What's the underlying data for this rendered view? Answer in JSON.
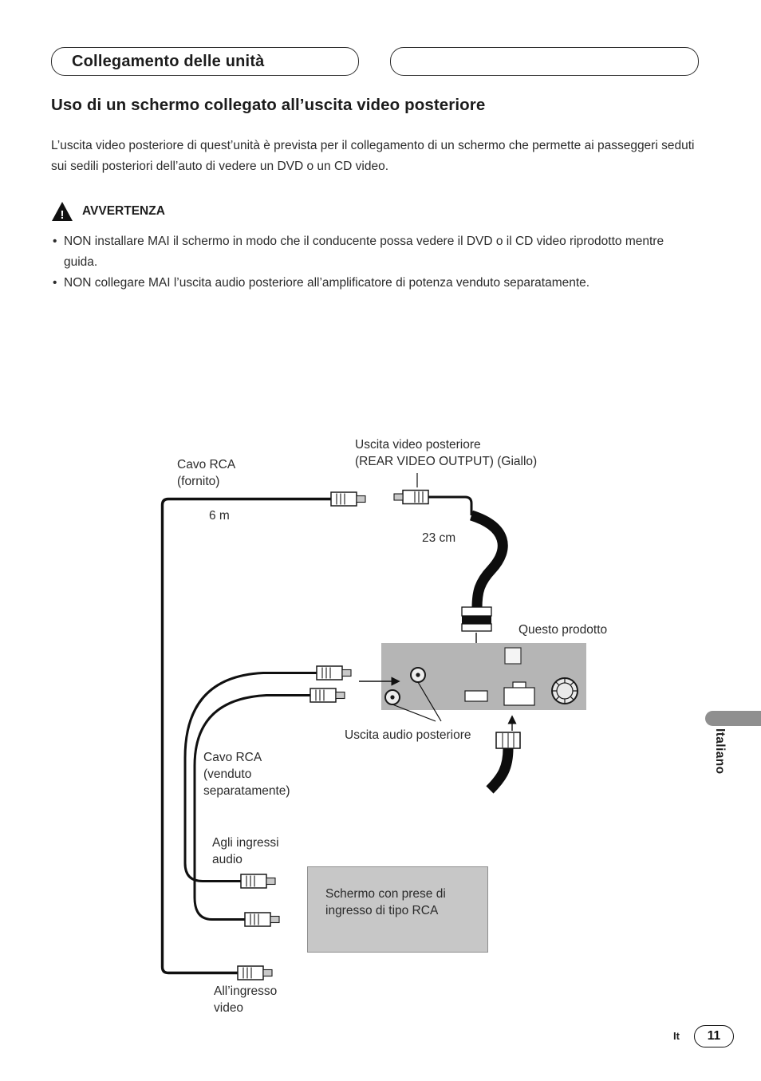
{
  "header": {
    "left_tab_label": "Collegamento delle unità"
  },
  "section": {
    "title": "Uso di un schermo collegato all’uscita video posteriore",
    "intro": "L’uscita video posteriore di quest’unità è prevista per il collegamento di un schermo che permette ai passeggeri seduti sui sedili posteriori dell’auto di vedere un DVD o un CD video."
  },
  "warning": {
    "icon_glyph": "!",
    "title": "AVVERTENZA",
    "items": [
      "NON installare MAI il schermo in modo che il conducente possa vedere il DVD o il CD video riprodotto mentre guida.",
      "NON collegare MAI l’uscita audio posteriore all’amplificatore di potenza venduto separatamente."
    ]
  },
  "diagram": {
    "labels": {
      "rear_video_output": "Uscita video posteriore\n(REAR VIDEO OUTPUT) (Giallo)",
      "rca_cable_supplied": "Cavo RCA\n(fornito)",
      "length_6m": "6 m",
      "length_23cm": "23 cm",
      "this_product": "Questo prodotto",
      "rear_audio_output": "Uscita audio posteriore",
      "rca_cable_separate": "Cavo RCA\n(venduto\nseparatamente)",
      "to_audio_inputs": "Agli ingressi\naudio",
      "screen_with_rca": "Schermo con prese di\ningresso di tipo RCA",
      "to_video_input": "All’ingresso\nvideo"
    }
  },
  "sidebar": {
    "language_label": "Italiano"
  },
  "footer": {
    "lang_abbr": "It",
    "page_number": "11"
  }
}
